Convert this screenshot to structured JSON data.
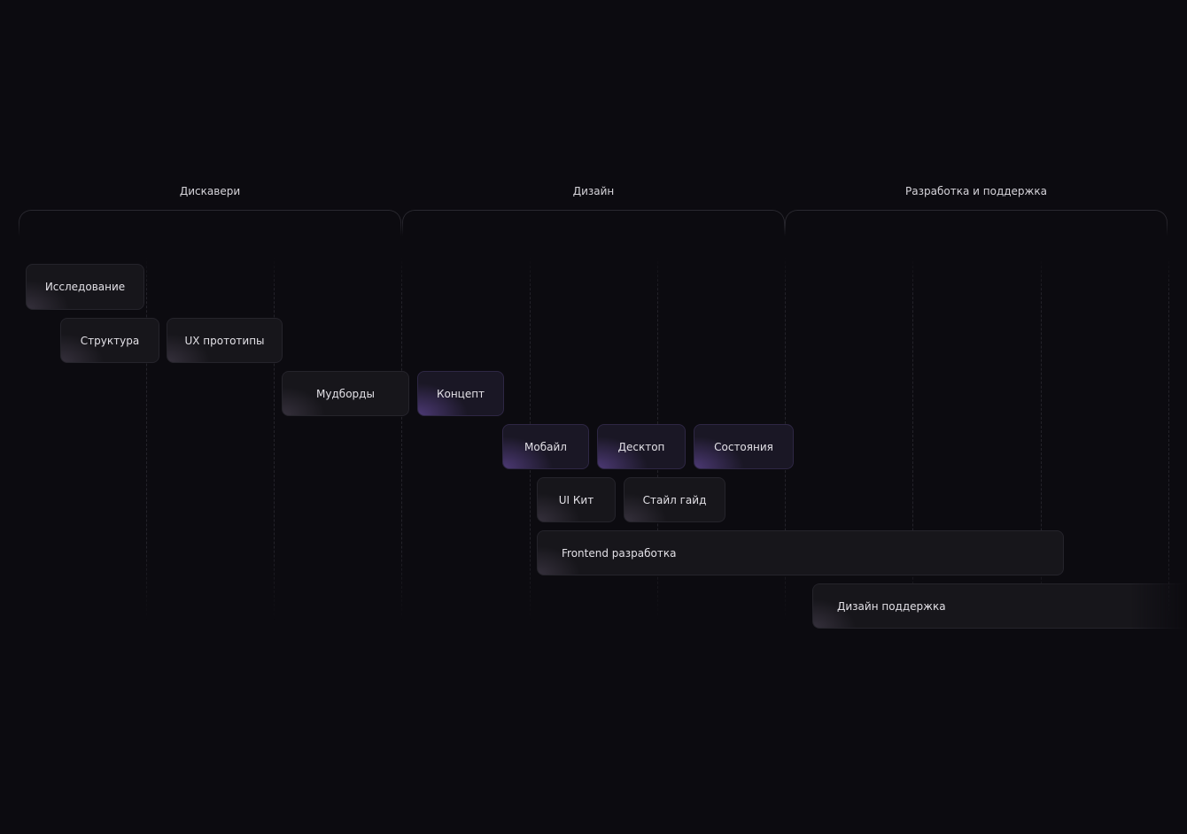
{
  "phases": [
    {
      "label": "Дискавери"
    },
    {
      "label": "Дизайн"
    },
    {
      "label": "Разработка и поддержка"
    }
  ],
  "tasks": [
    {
      "label": "Исследование",
      "variant": "neutral"
    },
    {
      "label": "Структура",
      "variant": "neutral"
    },
    {
      "label": "UX прототипы",
      "variant": "neutral"
    },
    {
      "label": "Мудборды",
      "variant": "neutral"
    },
    {
      "label": "Концепт",
      "variant": "accent"
    },
    {
      "label": "Мобайл",
      "variant": "accent"
    },
    {
      "label": "Десктоп",
      "variant": "accent"
    },
    {
      "label": "Состояния",
      "variant": "accent"
    },
    {
      "label": "UI Кит",
      "variant": "neutral"
    },
    {
      "label": "Стайл гайд",
      "variant": "neutral"
    },
    {
      "label": "Frontend разработка",
      "variant": "neutral"
    },
    {
      "label": "Дизайн поддержка",
      "variant": "neutral"
    }
  ],
  "colors": {
    "background": "#0c0b10",
    "bar": "#17161b",
    "accent": "#6e50aa"
  }
}
